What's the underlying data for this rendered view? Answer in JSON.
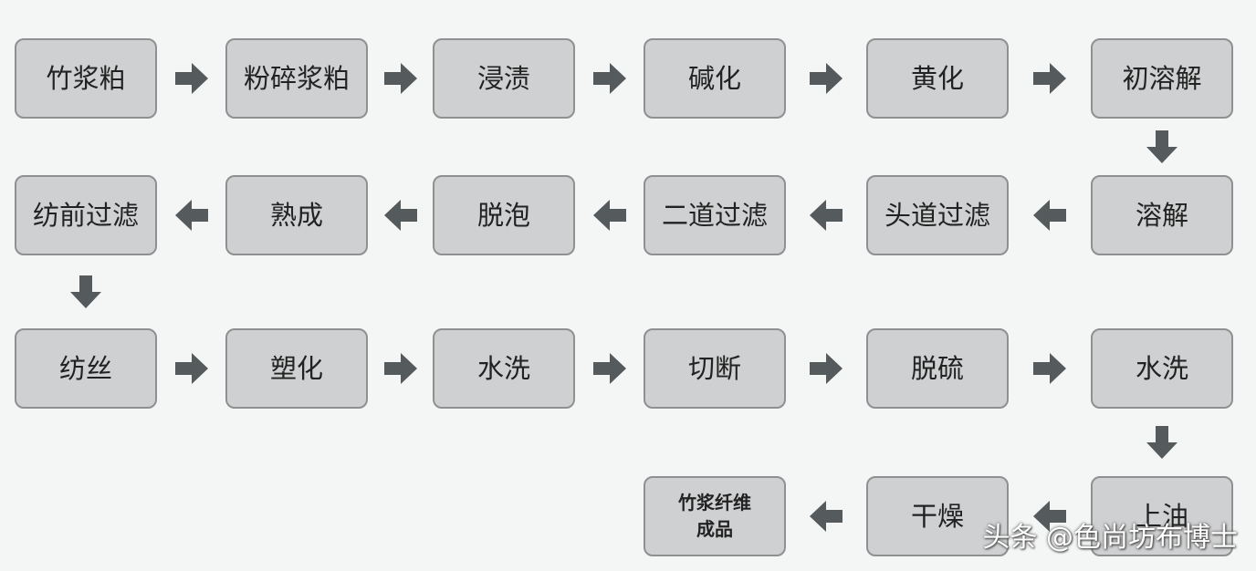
{
  "colors": {
    "box_fill": "#cfd0d1",
    "box_border": "#8e9092",
    "arrow": "#555a5c",
    "background": "#f4f5f5",
    "text": "#222222"
  },
  "steps": [
    {
      "id": "zhujiangbo",
      "label": "竹浆粕"
    },
    {
      "id": "fensuijiangbo",
      "label": "粉碎浆粕"
    },
    {
      "id": "jinzi",
      "label": "浸渍"
    },
    {
      "id": "jianhua",
      "label": "碱化"
    },
    {
      "id": "huanghua",
      "label": "黄化"
    },
    {
      "id": "churongjie",
      "label": "初溶解"
    },
    {
      "id": "rongjie",
      "label": "溶解"
    },
    {
      "id": "toudaoguolv",
      "label": "头道过滤"
    },
    {
      "id": "erdaoguolv",
      "label": "二道过滤"
    },
    {
      "id": "tuopao",
      "label": "脱泡"
    },
    {
      "id": "shucheng",
      "label": "熟成"
    },
    {
      "id": "fangqianguolv",
      "label": "纺前过滤"
    },
    {
      "id": "fangsi",
      "label": "纺丝"
    },
    {
      "id": "suhua",
      "label": "塑化"
    },
    {
      "id": "shuixi1",
      "label": "水洗"
    },
    {
      "id": "qieduan",
      "label": "切断"
    },
    {
      "id": "tuoliu",
      "label": "脱硫"
    },
    {
      "id": "shuixi2",
      "label": "水洗"
    },
    {
      "id": "shangyou",
      "label": "上油"
    },
    {
      "id": "ganzao",
      "label": "干燥"
    },
    {
      "id": "chengpin",
      "label": "竹浆纤维\n成品"
    }
  ],
  "flow": [
    [
      "zhujiangbo",
      "fensuijiangbo"
    ],
    [
      "fensuijiangbo",
      "jinzi"
    ],
    [
      "jinzi",
      "jianhua"
    ],
    [
      "jianhua",
      "huanghua"
    ],
    [
      "huanghua",
      "churongjie"
    ],
    [
      "churongjie",
      "rongjie"
    ],
    [
      "rongjie",
      "toudaoguolv"
    ],
    [
      "toudaoguolv",
      "erdaoguolv"
    ],
    [
      "erdaoguolv",
      "tuopao"
    ],
    [
      "tuopao",
      "shucheng"
    ],
    [
      "shucheng",
      "fangqianguolv"
    ],
    [
      "fangqianguolv",
      "fangsi"
    ],
    [
      "fangsi",
      "suhua"
    ],
    [
      "suhua",
      "shuixi1"
    ],
    [
      "shuixi1",
      "qieduan"
    ],
    [
      "qieduan",
      "tuoliu"
    ],
    [
      "tuoliu",
      "shuixi2"
    ],
    [
      "shuixi2",
      "shangyou"
    ],
    [
      "shangyou",
      "ganzao"
    ],
    [
      "ganzao",
      "chengpin"
    ]
  ],
  "watermark": "头条 @色尚坊布博士"
}
